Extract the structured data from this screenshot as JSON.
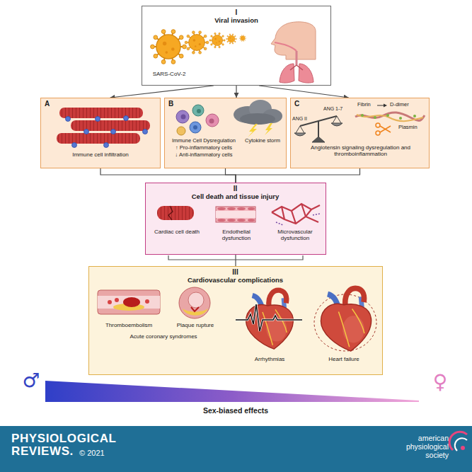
{
  "diagram": {
    "nodes": [
      {
        "text": [
          "I",
          "Viral invasion",
          "SARS-CoV-2"
        ]
      },
      {
        "text": [
          "A",
          "Immune cell infiltration"
        ]
      },
      {
        "text": [
          "B",
          "Immune Cell Dysregulation",
          "↑ Pro-inflammatory cells",
          "↓ Anti-inflammatory cells",
          "Cytokine storm"
        ]
      },
      {
        "text": [
          "C",
          "ANG II",
          "ANG 1-7",
          "Fibrin",
          "D-dimer",
          "Plasmin",
          "Angiotensin signaling dysregulation and thromboinflammation"
        ]
      },
      {
        "text": [
          "II",
          "Cell death and tissue injury",
          "Cardiac cell death",
          "Endothelial dysfunction",
          "Microvascular dysfunction"
        ]
      },
      {
        "text": [
          "III",
          "Cardiovascular complications",
          "Thromboembolism",
          "Plaque rupture",
          "Acute coronary syndromes",
          "Arrhythmias",
          "Heart failure"
        ]
      },
      {
        "text": [
          "PHYSIOLOGICAL REVIEWS.",
          "© 2021",
          "american physiological society"
        ]
      }
    ],
    "edges": [
      {
        "from": 0,
        "to": 1,
        "arrow": "to"
      },
      {
        "from": 0,
        "to": 2,
        "arrow": "to"
      },
      {
        "from": 0,
        "to": 3,
        "arrow": "to"
      },
      {
        "from": 1,
        "to": 4,
        "arrow": "none"
      },
      {
        "from": 2,
        "to": 4,
        "arrow": "none"
      },
      {
        "from": 3,
        "to": 4,
        "arrow": "none"
      },
      {
        "from": 4,
        "to": 5,
        "arrow": "none"
      }
    ],
    "labels": [
      "♂",
      "♀",
      "Sex-biased effects"
    ]
  }
}
